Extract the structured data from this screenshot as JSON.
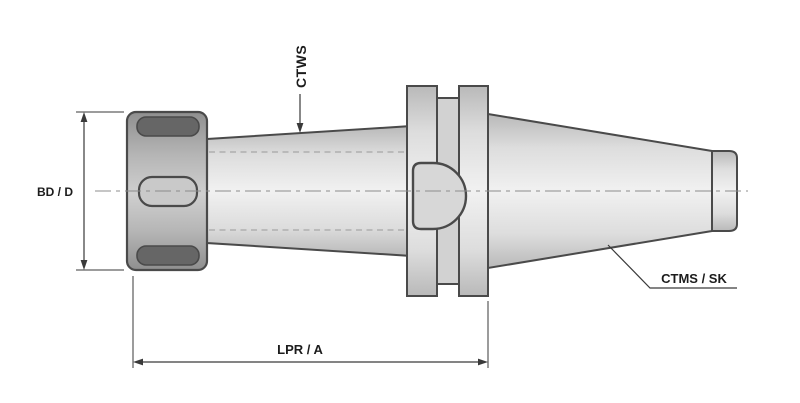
{
  "diagram": {
    "labels": {
      "ctws": "CTWS",
      "bd": "BD / D",
      "lpr": "LPR / A",
      "ctms": "CTMS / SK"
    },
    "colors": {
      "outline": "#4a4a4a",
      "dimension": "#3a3a3a",
      "centerline": "#8c8c8c",
      "body_light": "#f1f1f1",
      "body_dark": "#b9b9b9",
      "nut_dark": "#8f8f8f",
      "slot": "#666666",
      "background": "#ffffff"
    }
  }
}
